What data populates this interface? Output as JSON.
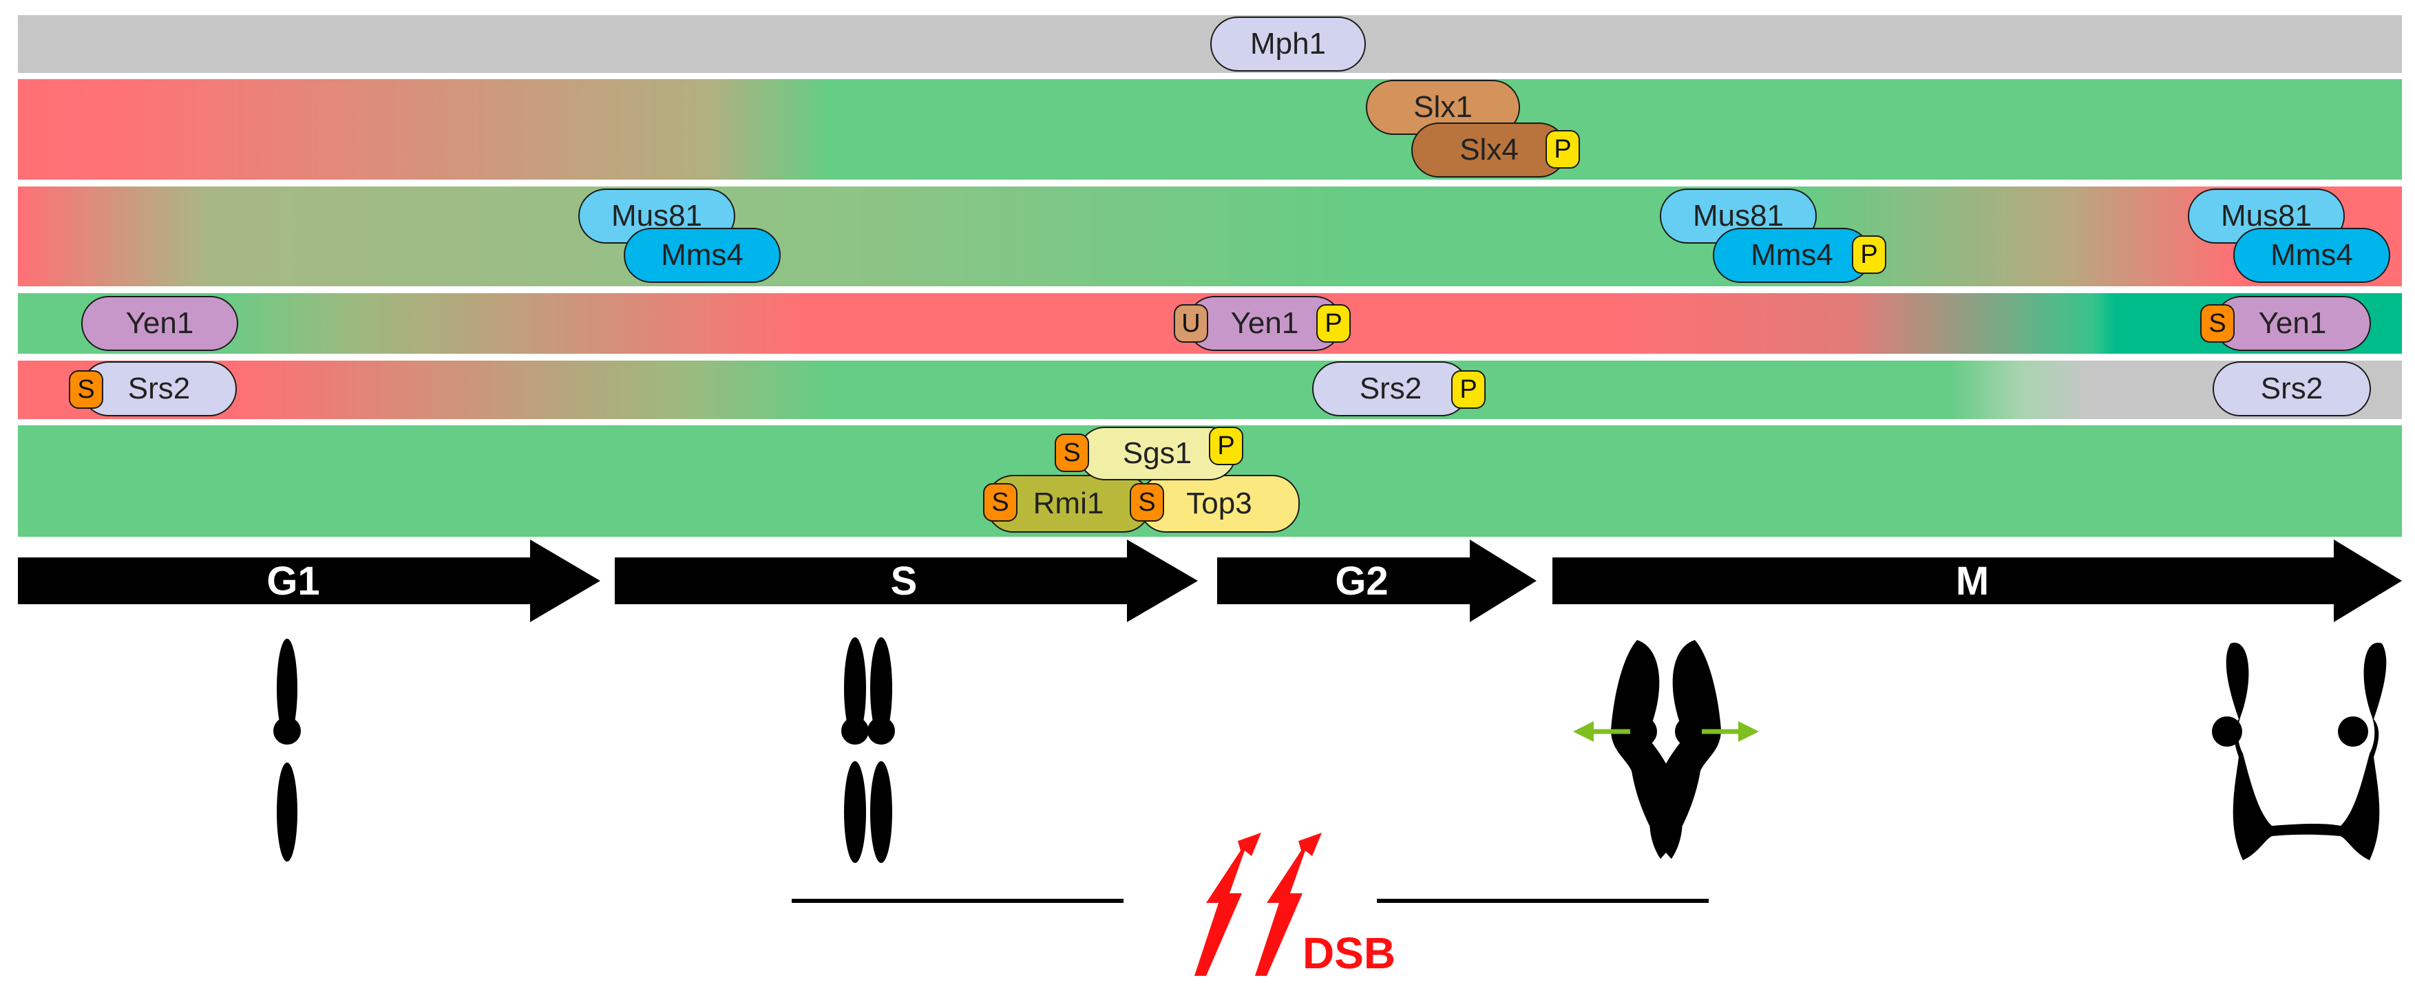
{
  "colors": {
    "band_gray": "#c6c6c6",
    "band_green": "#65cd85",
    "band_red": "#ff7075",
    "band_teal": "#00bb8a",
    "pill_lavender": "#d2d3ee",
    "pill_orchid": "#c897c9",
    "pill_lightblue": "#66cef2",
    "pill_blue": "#00b4ec",
    "pill_tan": "#d3935a",
    "pill_brown": "#b8743c",
    "pill_paleyellow": "#f1efa6",
    "pill_yellow": "#fbe980",
    "pill_olive": "#b8b93a",
    "tag_p": "#ffe300",
    "tag_s": "#ff8c00",
    "tag_u": "#d79a6a",
    "dsb_red": "#ff1010",
    "spindle_green": "#7fbf1f"
  },
  "bands": {
    "mph1": {
      "mph1_label": "Mph1"
    },
    "slx": {
      "slx1_label": "Slx1",
      "slx4_label": "Slx4",
      "slx4_tag": "P"
    },
    "mus": {
      "early": {
        "mus81_label": "Mus81",
        "mms4_label": "Mms4"
      },
      "mid": {
        "mus81_label": "Mus81",
        "mms4_label": "Mms4",
        "mms4_tag": "P"
      },
      "late": {
        "mus81_label": "Mus81",
        "mms4_label": "Mms4"
      }
    },
    "yen": {
      "early": {
        "label": "Yen1"
      },
      "mid": {
        "label": "Yen1",
        "tag_left": "U",
        "tag_right": "P"
      },
      "late": {
        "label": "Yen1",
        "tag_left": "S"
      }
    },
    "srs": {
      "early": {
        "label": "Srs2",
        "tag_left": "S"
      },
      "mid": {
        "label": "Srs2",
        "tag_right": "P"
      },
      "late": {
        "label": "Srs2"
      }
    },
    "sgs": {
      "sgs1_label": "Sgs1",
      "sgs1_tag_left": "S",
      "sgs1_tag_right": "P",
      "rmi1_label": "Rmi1",
      "rmi1_tag_left": "S",
      "rmi1_tag_right": "S",
      "top3_label": "Top3"
    }
  },
  "phases": {
    "g1": "G1",
    "s": "S",
    "g2": "G2",
    "m": "M"
  },
  "dsb": {
    "label": "DSB"
  }
}
